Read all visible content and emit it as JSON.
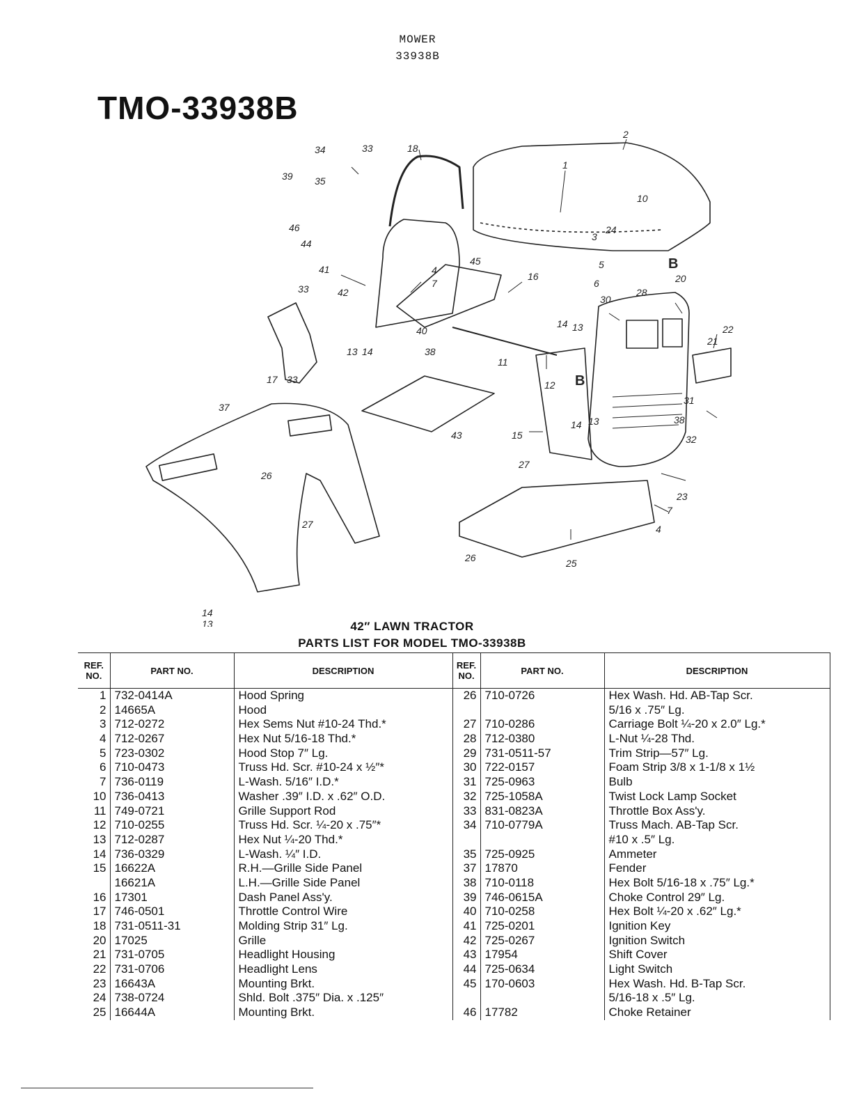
{
  "header": {
    "line1": "MOWER",
    "line2": "33938B"
  },
  "model_title": "TMO-33938B",
  "diagram_labels": [
    "1",
    "2",
    "3",
    "4",
    "5",
    "6",
    "7",
    "10",
    "11",
    "12",
    "13",
    "14",
    "15",
    "16",
    "17",
    "18",
    "20",
    "21",
    "22",
    "23",
    "24",
    "25",
    "26",
    "27",
    "28",
    "30",
    "31",
    "32",
    "33",
    "34",
    "35",
    "37",
    "38",
    "39",
    "40",
    "41",
    "42",
    "43",
    "44",
    "45",
    "46",
    "B"
  ],
  "caption": {
    "line1": "42″ LAWN TRACTOR",
    "line2": "PARTS LIST FOR MODEL TMO-33938B"
  },
  "table": {
    "headers": {
      "ref": "REF. NO.",
      "part": "PART NO.",
      "desc": "DESCRIPTION"
    },
    "rows": [
      {
        "l": {
          "ref": "1",
          "part": "732-0414A",
          "desc": "Hood Spring"
        },
        "r": {
          "ref": "26",
          "part": "710-0726",
          "desc": "Hex Wash. Hd. AB-Tap Scr."
        }
      },
      {
        "l": {
          "ref": "2",
          "part": "14665A",
          "desc": "Hood"
        },
        "r": {
          "ref": "",
          "part": "",
          "desc": "   5/16 x .75″ Lg."
        }
      },
      {
        "l": {
          "ref": "3",
          "part": "712-0272",
          "desc": "Hex Sems Nut #10-24 Thd.*"
        },
        "r": {
          "ref": "27",
          "part": "710-0286",
          "desc": "Carriage Bolt ¼-20 x 2.0″ Lg.*"
        }
      },
      {
        "l": {
          "ref": "4",
          "part": "712-0267",
          "desc": "Hex Nut 5/16-18 Thd.*"
        },
        "r": {
          "ref": "28",
          "part": "712-0380",
          "desc": "L-Nut ¼-28 Thd."
        }
      },
      {
        "l": {
          "ref": "5",
          "part": "723-0302",
          "desc": "Hood Stop 7″ Lg."
        },
        "r": {
          "ref": "29",
          "part": "731-0511-57",
          "desc": "Trim Strip—57″ Lg."
        }
      },
      {
        "l": {
          "ref": "6",
          "part": "710-0473",
          "desc": "Truss Hd. Scr. #10-24 x ½″*"
        },
        "r": {
          "ref": "30",
          "part": "722-0157",
          "desc": "Foam Strip 3/8 x 1-1/8 x 1½"
        }
      },
      {
        "l": {
          "ref": "7",
          "part": "736-0119",
          "desc": "L-Wash. 5/16″ I.D.*"
        },
        "r": {
          "ref": "31",
          "part": "725-0963",
          "desc": "Bulb"
        }
      },
      {
        "l": {
          "ref": "10",
          "part": "736-0413",
          "desc": "Washer .39″ I.D. x .62″ O.D."
        },
        "r": {
          "ref": "32",
          "part": "725-1058A",
          "desc": "Twist Lock Lamp Socket"
        }
      },
      {
        "l": {
          "ref": "11",
          "part": "749-0721",
          "desc": "Grille Support Rod"
        },
        "r": {
          "ref": "33",
          "part": "831-0823A",
          "desc": "Throttle Box Ass'y."
        }
      },
      {
        "l": {
          "ref": "12",
          "part": "710-0255",
          "desc": "Truss Hd. Scr. ¼-20 x .75″*"
        },
        "r": {
          "ref": "34",
          "part": "710-0779A",
          "desc": "Truss Mach. AB-Tap Scr."
        }
      },
      {
        "l": {
          "ref": "13",
          "part": "712-0287",
          "desc": "Hex Nut ¼-20 Thd.*"
        },
        "r": {
          "ref": "",
          "part": "",
          "desc": "   #10 x .5″ Lg."
        }
      },
      {
        "l": {
          "ref": "14",
          "part": "736-0329",
          "desc": "L-Wash. ¼″ I.D."
        },
        "r": {
          "ref": "35",
          "part": "725-0925",
          "desc": "Ammeter"
        }
      },
      {
        "l": {
          "ref": "15",
          "part": "16622A",
          "desc": "R.H.—Grille Side Panel"
        },
        "r": {
          "ref": "37",
          "part": "17870",
          "desc": "Fender"
        }
      },
      {
        "l": {
          "ref": "",
          "part": "16621A",
          "desc": "L.H.—Grille Side Panel"
        },
        "r": {
          "ref": "38",
          "part": "710-0118",
          "desc": "Hex Bolt 5/16-18 x .75″ Lg.*"
        }
      },
      {
        "l": {
          "ref": "16",
          "part": "17301",
          "desc": "Dash Panel Ass'y."
        },
        "r": {
          "ref": "39",
          "part": "746-0615A",
          "desc": "Choke Control 29″ Lg."
        }
      },
      {
        "l": {
          "ref": "17",
          "part": "746-0501",
          "desc": "Throttle Control Wire"
        },
        "r": {
          "ref": "40",
          "part": "710-0258",
          "desc": "Hex Bolt ¼-20 x .62″ Lg.*"
        }
      },
      {
        "l": {
          "ref": "18",
          "part": "731-0511-31",
          "desc": "Molding Strip 31″ Lg."
        },
        "r": {
          "ref": "41",
          "part": "725-0201",
          "desc": "Ignition Key"
        }
      },
      {
        "l": {
          "ref": "20",
          "part": "17025",
          "desc": "Grille"
        },
        "r": {
          "ref": "42",
          "part": "725-0267",
          "desc": "Ignition Switch"
        }
      },
      {
        "l": {
          "ref": "21",
          "part": "731-0705",
          "desc": "Headlight Housing"
        },
        "r": {
          "ref": "43",
          "part": "17954",
          "desc": "Shift Cover"
        }
      },
      {
        "l": {
          "ref": "22",
          "part": "731-0706",
          "desc": "Headlight Lens"
        },
        "r": {
          "ref": "44",
          "part": "725-0634",
          "desc": "Light Switch"
        }
      },
      {
        "l": {
          "ref": "23",
          "part": "16643A",
          "desc": "Mounting Brkt."
        },
        "r": {
          "ref": "45",
          "part": "170-0603",
          "desc": "Hex Wash. Hd. B-Tap Scr."
        }
      },
      {
        "l": {
          "ref": "24",
          "part": "738-0724",
          "desc": "Shld. Bolt .375″ Dia. x .125″"
        },
        "r": {
          "ref": "",
          "part": "",
          "desc": "   5/16-18 x .5″ Lg."
        }
      },
      {
        "l": {
          "ref": "25",
          "part": "16644A",
          "desc": "Mounting Brkt."
        },
        "r": {
          "ref": "46",
          "part": "17782",
          "desc": "Choke Retainer"
        }
      }
    ]
  }
}
